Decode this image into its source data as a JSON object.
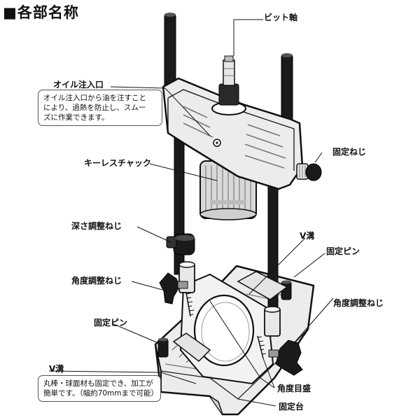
{
  "heading": "■各部名称",
  "labels": {
    "bit_shaft": "ビット軸",
    "oil_port": "オイル注入口",
    "fixing_screw": "固定ねじ",
    "keyless_chuck": "キーレスチャック",
    "depth_screw": "深さ調整ねじ",
    "v_groove_right": "V溝",
    "fixing_pin_right": "固定ピン",
    "angle_screw_left": "角度調整ねじ",
    "angle_screw_right": "角度調整ねじ",
    "fixing_pin_left": "固定ピン",
    "v_groove_left": "V溝",
    "angle_scale": "角度目盛",
    "base": "固定台"
  },
  "notes": {
    "oil": [
      "オイル注入口から油を注すこと",
      "により、過熱を防止し、スムー",
      "ズに作業できます。"
    ],
    "vgroove": [
      "丸棒・球面材も固定でき、加工が",
      "簡単です。（幅約70mmまで可能）"
    ]
  },
  "colors": {
    "ink": "#111111",
    "body": "#e9e9e9",
    "shade": "#c4c4c4"
  }
}
